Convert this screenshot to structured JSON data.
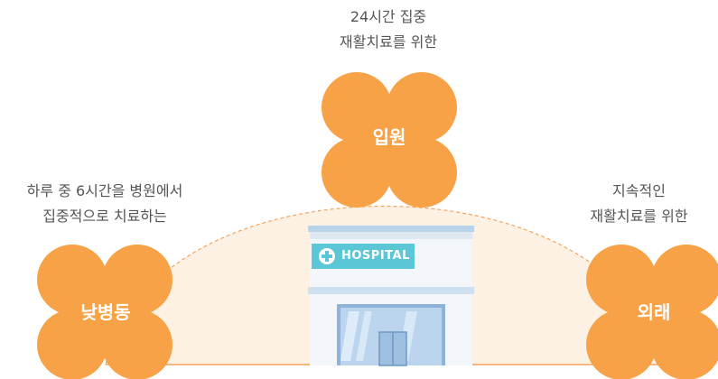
{
  "care_types": {
    "inpatient": {
      "label": "입원",
      "caption_line1": "24시간 집중",
      "caption_line2": "재활치료를 위한"
    },
    "day_ward": {
      "label": "낮병동",
      "caption_line1": "하루 중 6시간을 병원에서",
      "caption_line2": "집중적으로 치료하는"
    },
    "outpatient": {
      "label": "외래",
      "caption_line1": "지속적인",
      "caption_line2": "재활치료를 위한"
    }
  },
  "hospital": {
    "sign": "HOSPITAL"
  },
  "colors": {
    "blob": "#f7a246",
    "arc_fill": "#fdf1e4",
    "arc_line": "#f3a35a",
    "sign": "#5bc6d6",
    "caption": "#555555"
  },
  "icons": [
    "medical-cross-icon"
  ]
}
